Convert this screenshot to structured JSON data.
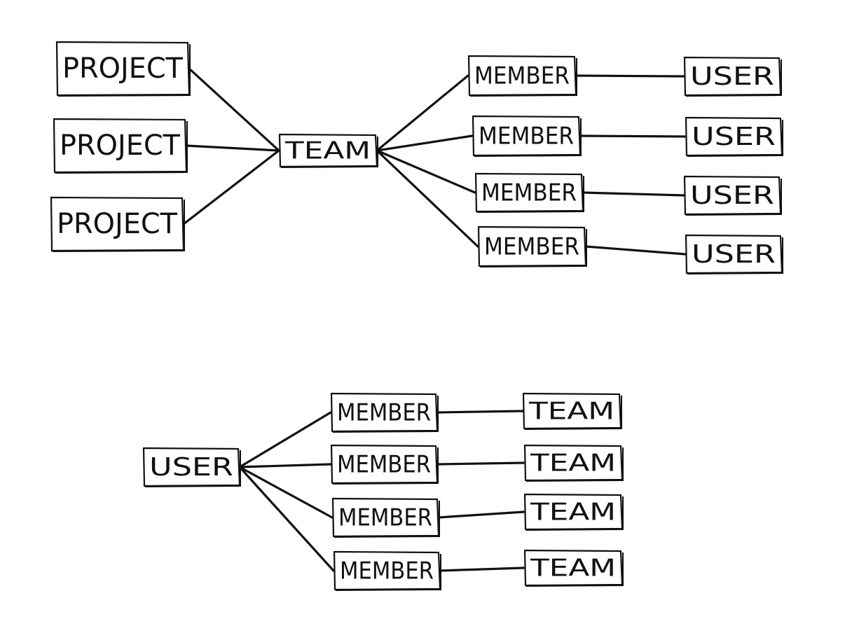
{
  "diagrams": [
    {
      "nodes": [
        {
          "id": "p1",
          "label": "PROJECT"
        },
        {
          "id": "p2",
          "label": "PROJECT"
        },
        {
          "id": "p3",
          "label": "PROJECT"
        },
        {
          "id": "t",
          "label": "TEAM"
        },
        {
          "id": "m1",
          "label": "MEMBER"
        },
        {
          "id": "m2",
          "label": "MEMBER"
        },
        {
          "id": "m3",
          "label": "MEMBER"
        },
        {
          "id": "m4",
          "label": "MEMBER"
        },
        {
          "id": "u1",
          "label": "USER"
        },
        {
          "id": "u2",
          "label": "USER"
        },
        {
          "id": "u3",
          "label": "USER"
        },
        {
          "id": "u4",
          "label": "USER"
        }
      ],
      "edges": [
        [
          "p1",
          "t"
        ],
        [
          "p2",
          "t"
        ],
        [
          "p3",
          "t"
        ],
        [
          "t",
          "m1"
        ],
        [
          "t",
          "m2"
        ],
        [
          "t",
          "m3"
        ],
        [
          "t",
          "m4"
        ],
        [
          "m1",
          "u1"
        ],
        [
          "m2",
          "u2"
        ],
        [
          "m3",
          "u3"
        ],
        [
          "m4",
          "u4"
        ]
      ]
    },
    {
      "nodes": [
        {
          "id": "u",
          "label": "USER"
        },
        {
          "id": "bm1",
          "label": "MEMBER"
        },
        {
          "id": "bm2",
          "label": "MEMBER"
        },
        {
          "id": "bm3",
          "label": "MEMBER"
        },
        {
          "id": "bm4",
          "label": "MEMBER"
        },
        {
          "id": "bt1",
          "label": "TEAM"
        },
        {
          "id": "bt2",
          "label": "TEAM"
        },
        {
          "id": "bt3",
          "label": "TEAM"
        },
        {
          "id": "bt4",
          "label": "TEAM"
        }
      ],
      "edges": [
        [
          "u",
          "bm1"
        ],
        [
          "u",
          "bm2"
        ],
        [
          "u",
          "bm3"
        ],
        [
          "u",
          "bm4"
        ],
        [
          "bm1",
          "bt1"
        ],
        [
          "bm2",
          "bt2"
        ],
        [
          "bm3",
          "bt3"
        ],
        [
          "bm4",
          "bt4"
        ]
      ]
    }
  ]
}
